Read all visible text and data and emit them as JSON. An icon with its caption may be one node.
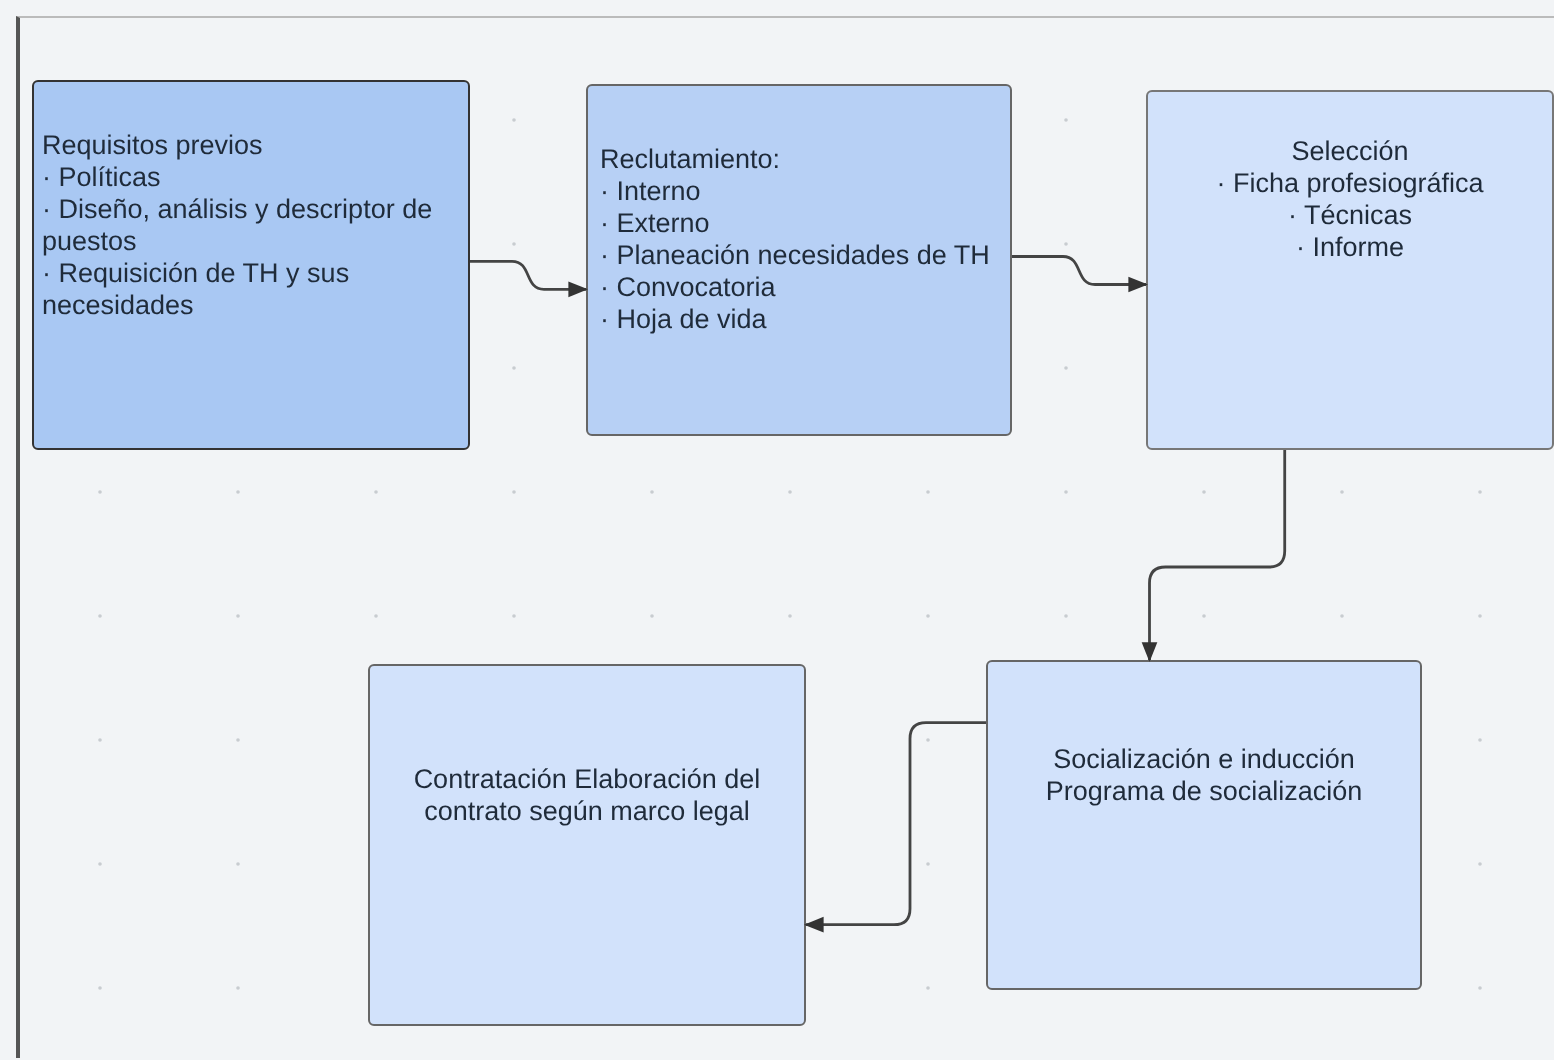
{
  "diagram": {
    "nodes": [
      {
        "text": [
          "Requisitos previos",
          "· Políticas",
          "· Diseño, análisis y descriptor de puestos",
          "· Requisición de TH y sus necesidades"
        ]
      },
      {
        "text": [
          "Reclutamiento:",
          "· Interno",
          "· Externo",
          "· Planeación necesidades de TH",
          "· Convocatoria",
          "· Hoja de vida"
        ]
      },
      {
        "text": [
          "Selección",
          "· Ficha profesiográfica",
          "· Técnicas",
          "· Informe"
        ]
      },
      {
        "text": [
          "Socialización e inducción Programa de socialización"
        ]
      },
      {
        "text": [
          "Contratación Elaboración del contrato según marco legal"
        ]
      }
    ],
    "edges": [
      {
        "from": 0,
        "to": 1,
        "arrow": "to"
      },
      {
        "from": 1,
        "to": 2,
        "arrow": "to"
      },
      {
        "from": 2,
        "to": 3,
        "arrow": "to"
      },
      {
        "from": 3,
        "to": 4,
        "arrow": "to"
      }
    ]
  }
}
